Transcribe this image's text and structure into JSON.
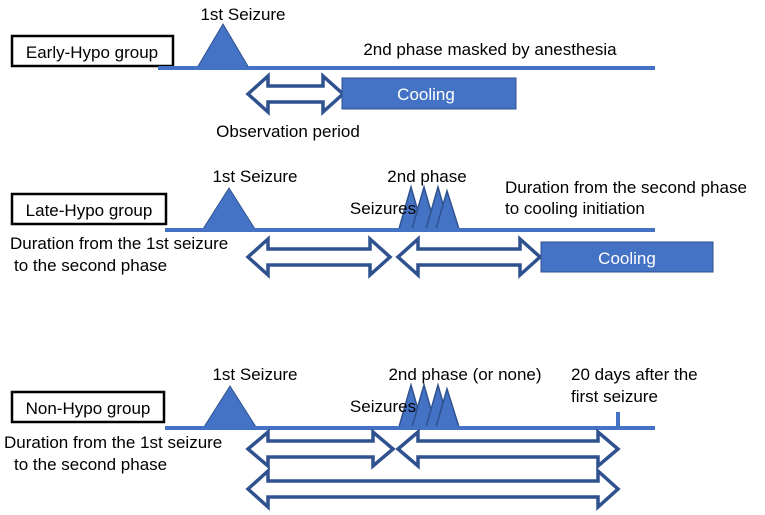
{
  "diagram": {
    "colors": {
      "fill": "#4472c4",
      "stroke": "#2f528f",
      "box_border": "#000000",
      "text": "#000000",
      "text_on_fill": "#ffffff"
    },
    "early": {
      "group_label": "Early-Hypo group",
      "first_seizure": "1st Seizure",
      "masked_note": "2nd phase masked by anesthesia",
      "cooling": "Cooling",
      "observation": "Observation period"
    },
    "late": {
      "group_label": "Late-Hypo group",
      "first_seizure": "1st Seizure",
      "second_phase": "2nd phase",
      "seizures": "Seizures",
      "duration_second_line1": "Duration from the second phase",
      "duration_second_line2": "to cooling initiation",
      "duration_first_line1": "Duration from the 1st seizure",
      "duration_first_line2": "to the second phase",
      "cooling": "Cooling"
    },
    "non": {
      "group_label": "Non-Hypo group",
      "first_seizure": "1st Seizure",
      "second_phase": "2nd phase (or none)",
      "seizures": "Seizures",
      "days_line1": "20 days after the",
      "days_line2": "first seizure",
      "duration_first_line1": "Duration from the 1st seizure",
      "duration_first_line2": "to the second phase"
    }
  }
}
